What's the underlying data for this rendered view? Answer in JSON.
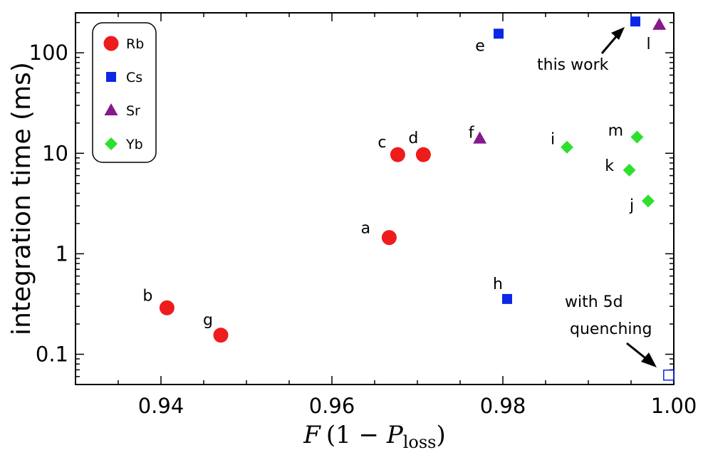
{
  "chart_data": {
    "type": "scatter",
    "xlabel": {
      "var": "F",
      "open": "(1 − ",
      "P": "P",
      "sub": "loss",
      "close": ")"
    },
    "ylabel": "integration time (ms)",
    "xlim": [
      0.93,
      1.0
    ],
    "ylim": [
      0.05,
      250
    ],
    "yscale": "log",
    "x_ticks": [
      "0.94",
      "0.96",
      "0.98",
      "1.00"
    ],
    "y_ticks": [
      "0.1",
      "1",
      "10",
      "100"
    ],
    "grid": false,
    "legend_position": "top-left",
    "series": [
      {
        "name": "Rb",
        "marker": "circle",
        "color": "#ee1c1c",
        "filled": true,
        "points": [
          {
            "label": "a",
            "x": 0.9667,
            "y": 1.45
          },
          {
            "label": "b",
            "x": 0.9407,
            "y": 0.29
          },
          {
            "label": "c",
            "x": 0.9677,
            "y": 9.7
          },
          {
            "label": "d",
            "x": 0.9707,
            "y": 9.7
          },
          {
            "label": "g",
            "x": 0.947,
            "y": 0.155
          }
        ]
      },
      {
        "name": "Cs",
        "marker": "square",
        "color": "#0a28e6",
        "filled": true,
        "points": [
          {
            "label": "e",
            "x": 0.9795,
            "y": 155
          },
          {
            "label": "h",
            "x": 0.9805,
            "y": 0.355
          },
          {
            "label": "",
            "x": 0.9955,
            "y": 205
          }
        ]
      },
      {
        "name": "Sr",
        "marker": "triangle",
        "color": "#861a8a",
        "filled": true,
        "points": [
          {
            "label": "f",
            "x": 0.9773,
            "y": 14
          },
          {
            "label": "l",
            "x": 0.9983,
            "y": 190
          }
        ]
      },
      {
        "name": "Yb",
        "marker": "diamond",
        "color": "#2ee02e",
        "filled": true,
        "points": [
          {
            "label": "i",
            "x": 0.9875,
            "y": 11.5
          },
          {
            "label": "j",
            "x": 0.997,
            "y": 3.35
          },
          {
            "label": "k",
            "x": 0.9948,
            "y": 6.8
          },
          {
            "label": "m",
            "x": 0.9957,
            "y": 14.5
          }
        ]
      },
      {
        "name": "",
        "marker": "square",
        "color": "#0a28e6",
        "filled": false,
        "points": [
          {
            "label": "",
            "x": 0.9994,
            "y": 0.062
          }
        ]
      }
    ],
    "annotations": [
      {
        "text": "this work"
      },
      {
        "text_lines": [
          "with 5d",
          "quenching"
        ]
      }
    ]
  }
}
